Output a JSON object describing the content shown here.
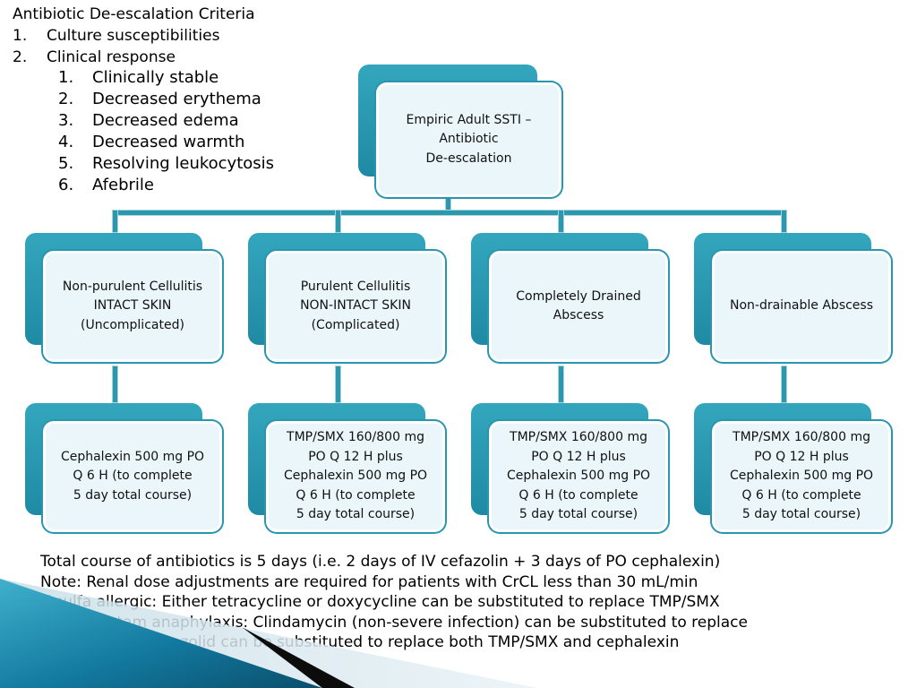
{
  "criteria": {
    "title": "Antibiotic De-escalation Criteria",
    "items": [
      {
        "num": "1.",
        "label": "Culture susceptibilities"
      },
      {
        "num": "2.",
        "label": "Clinical response"
      }
    ],
    "clinical_response": [
      {
        "num": "1.",
        "label": "Clinically stable"
      },
      {
        "num": "2.",
        "label": "Decreased erythema"
      },
      {
        "num": "3.",
        "label": "Decreased edema"
      },
      {
        "num": "4.",
        "label": "Decreased warmth"
      },
      {
        "num": "5.",
        "label": "Resolving leukocytosis"
      },
      {
        "num": "6.",
        "label": "Afebrile"
      }
    ]
  },
  "diagram": {
    "root": "Empiric Adult SSTI –\nAntibiotic\nDe-escalation",
    "categories": [
      "Non-purulent Cellulitis\nINTACT SKIN\n(Uncomplicated)",
      "Purulent Cellulitis\nNON-INTACT SKIN\n(Complicated)",
      "Completely Drained\nAbscess",
      "Non-drainable Abscess"
    ],
    "treatments": [
      "Cephalexin 500 mg PO\nQ 6 H (to complete\n5 day total course)",
      "TMP/SMX 160/800 mg\nPO Q 12 H plus\nCephalexin 500 mg PO\nQ 6 H (to complete\n5 day total course)",
      "TMP/SMX 160/800 mg\nPO Q 12 H plus\nCephalexin 500 mg PO\nQ 6 H (to complete\n5 day total course)",
      "TMP/SMX 160/800 mg\nPO Q 12 H plus\nCephalexin 500 mg PO\nQ 6 H (to complete\n5 day total course)"
    ]
  },
  "notes": [
    "Total course of antibiotics is 5 days (i.e. 2 days of IV cefazolin + 3 days of PO cephalexin)",
    "Note: Renal dose adjustments are required for patients with CrCL less than 30 mL/min",
    "If sulfa allergic: Either tetracycline or doxycycline can be substituted to replace TMP/SMX",
    "If beta-lactam anaphylaxis: Clindamycin (non-severe infection) can be substituted to replace",
    "cephalexin, or linezolid can be substituted to replace both TMP/SMX and cephalexin"
  ],
  "colors": {
    "box_fill": "#eaf6f9",
    "box_shadow": "#2796af",
    "connector": "#2d97ae",
    "accent_dark": "#0d5a73"
  }
}
